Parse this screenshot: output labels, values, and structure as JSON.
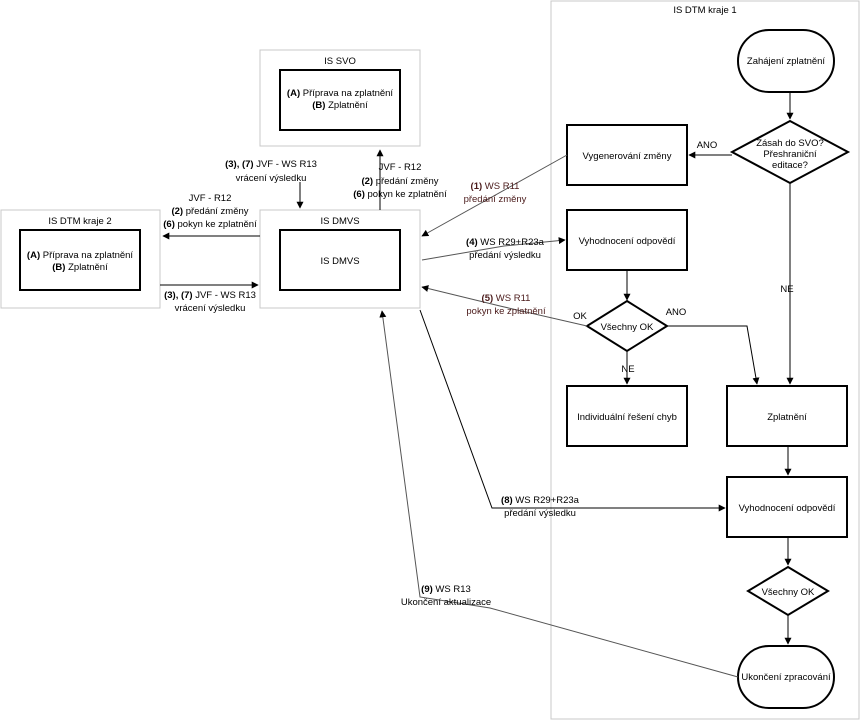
{
  "containers": {
    "dtm1": "IS DTM kraje 1",
    "svo": "IS SVO",
    "dmvs": "IS DMVS",
    "dtm2": "IS DTM kraje 2"
  },
  "boxes": {
    "svo_inner_a_tag": "(A)",
    "svo_inner_a": " Příprava na zplatnění",
    "svo_inner_b_tag": "(B)",
    "svo_inner_b": " Zplatnění",
    "dmvs_inner": "IS DMVS",
    "dtm2_inner_a_tag": "(A)",
    "dtm2_inner_a": " Příprava na zplatnění",
    "dtm2_inner_b_tag": "(B)",
    "dtm2_inner_b": " Zplatnění"
  },
  "flow": {
    "start": "Zahájení zplatnění",
    "decision1_l1": "Zásah do SVO?",
    "decision1_l2": "Přeshraniční",
    "decision1_l3": "editace?",
    "ano1": "ANO",
    "ne1": "NE",
    "vygenerovani": "Vygenerování změny",
    "vyhodnoceni1": "Vyhodnocení odpovědí",
    "decision2": "Všechny OK",
    "ok_label": "OK",
    "ano2": "ANO",
    "ne2": "NE",
    "individualni": "Individuální řešení chyb",
    "zplatneni": "Zplatnění",
    "vyhodnoceni2": "Vyhodnocení odpovědí",
    "decision3": "Všechny OK",
    "end": "Ukončení zpracování"
  },
  "edges": {
    "svo_return_tag": "(3), (7)",
    "svo_return_l1": " JVF - WS R13",
    "svo_return_l2": "vrácení výsledku",
    "svo_send_l1": "JVF - R12",
    "svo_send_tag2": "(2)",
    "svo_send_l2": " předání změny",
    "svo_send_tag3": "(6)",
    "svo_send_l3": " pokyn ke zplatnění",
    "dtm2_send_l1": "JVF - R12",
    "dtm2_send_tag2": "(2)",
    "dtm2_send_l2": " předání změny",
    "dtm2_send_tag3": "(6)",
    "dtm2_send_l3": " pokyn ke zplatnění",
    "dtm2_return_tag": "(3), (7)",
    "dtm2_return_l1": " JVF - WS R13",
    "dtm2_return_l2": "vrácení výsledku",
    "e1_tag": "(1)",
    "e1_l1": " WS R11",
    "e1_l2": "předání změny",
    "e4_tag": "(4)",
    "e4_l1": " WS R29+R23a",
    "e4_l2": "předání výsledku",
    "e5_tag": "(5)",
    "e5_l1": " WS R11",
    "e5_l2": "pokyn ke zplatnění",
    "e8_tag": "(8)",
    "e8_l1": " WS R29+R23a",
    "e8_l2": "předání výsledku",
    "e9_tag": "(9)",
    "e9_l1": " WS R13",
    "e9_l2": "Ukončení aktualizace"
  }
}
